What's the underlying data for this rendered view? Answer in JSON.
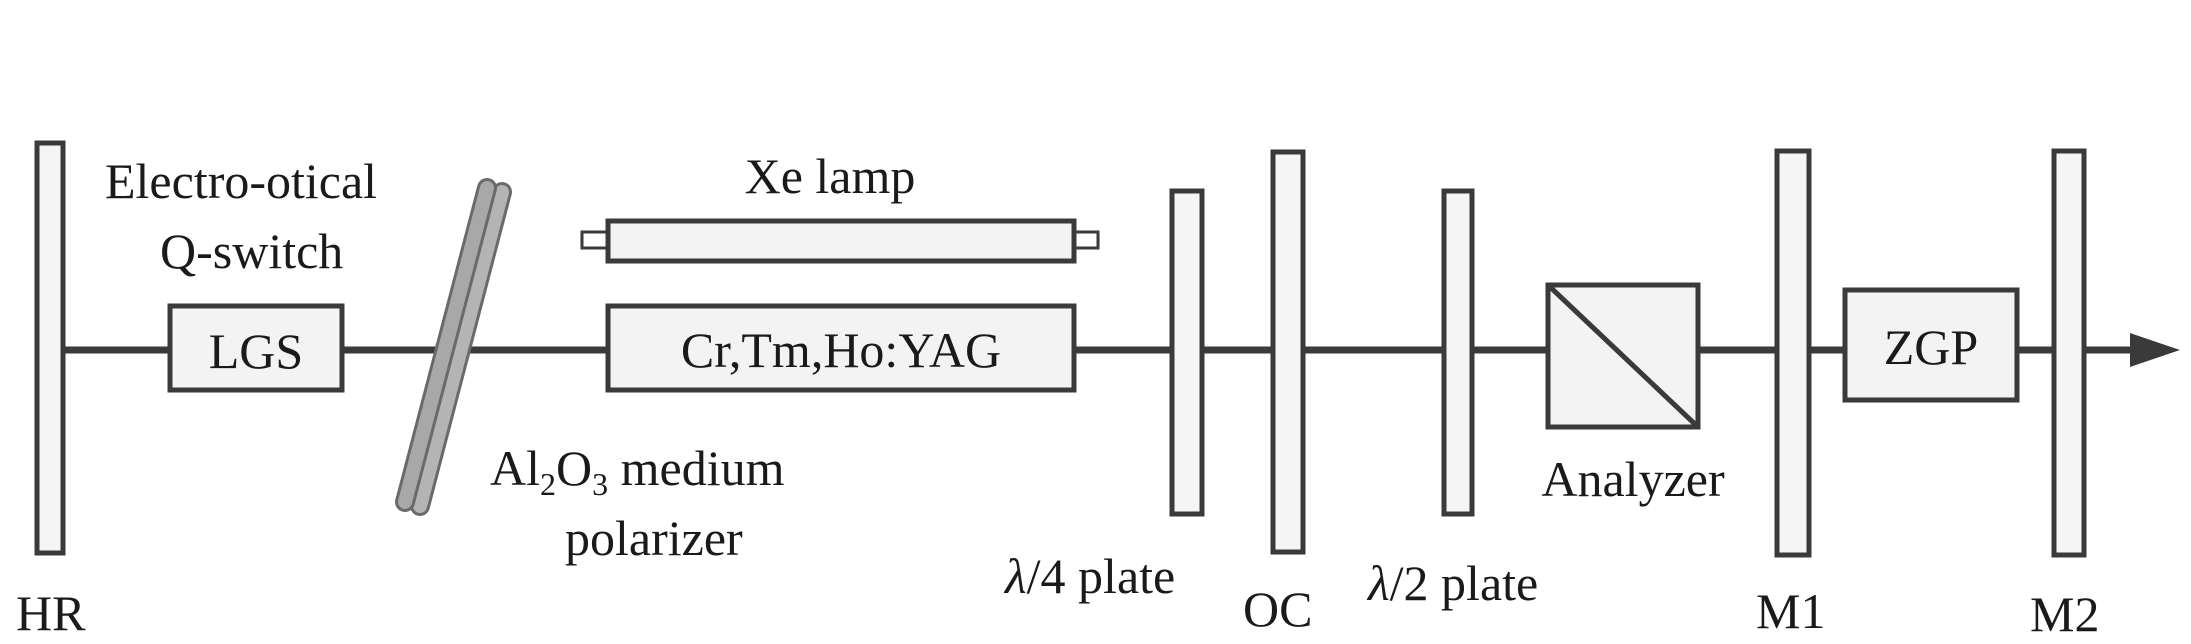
{
  "labels": {
    "hr": "HR",
    "qswitch_line1": "Electro-otical",
    "qswitch_line2": "Q-switch",
    "lgs": "LGS",
    "xe_lamp": "Xe lamp",
    "gain_medium": "Cr,Tm,Ho:YAG",
    "polarizer_prefix": "Al",
    "polarizer_sub1": "2",
    "polarizer_mid": "O",
    "polarizer_sub2": "3",
    "polarizer_suffix": " medium",
    "polarizer_line2": "polarizer",
    "quarter_wave_symbol": "λ",
    "quarter_wave_text": "/4 plate",
    "oc": "OC",
    "half_wave_symbol": "λ",
    "half_wave_text": "/2 plate",
    "analyzer": "Analyzer",
    "m1": "M1",
    "zgp": "ZGP",
    "m2": "M2"
  },
  "colors": {
    "line": "#3a3a3a",
    "box_fill": "#f3f3f3",
    "polarizer_plate": "#a8a8a8"
  }
}
